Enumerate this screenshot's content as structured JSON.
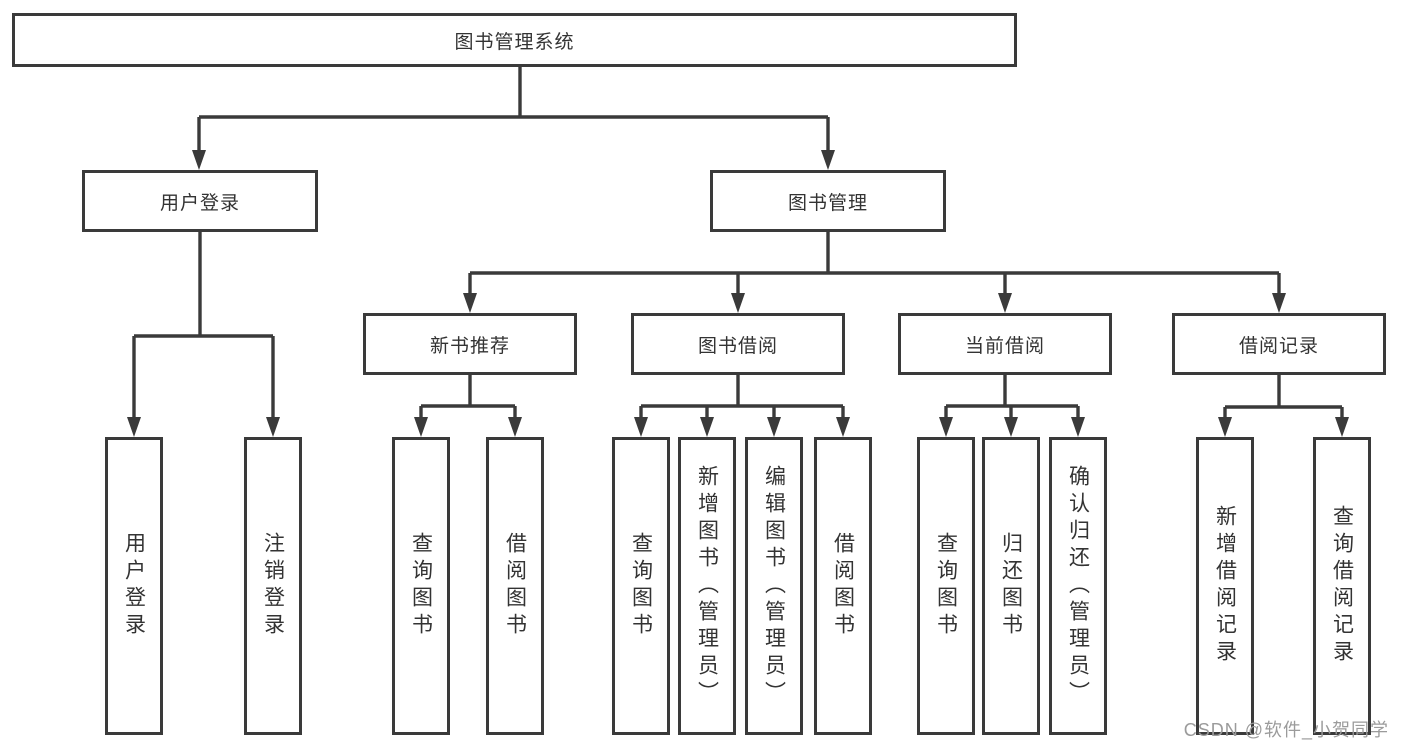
{
  "diagram": {
    "tree": {
      "label": "图书管理系统",
      "children": [
        {
          "label": "用户登录",
          "children": [
            {
              "label": "用户登录"
            },
            {
              "label": "注销登录"
            }
          ]
        },
        {
          "label": "图书管理",
          "children": [
            {
              "label": "新书推荐",
              "children": [
                {
                  "label": "查询图书"
                },
                {
                  "label": "借阅图书"
                }
              ]
            },
            {
              "label": "图书借阅",
              "children": [
                {
                  "label": "查询图书"
                },
                {
                  "label": "新增图书（管理员）"
                },
                {
                  "label": "编辑图书（管理员）"
                },
                {
                  "label": "借阅图书"
                }
              ]
            },
            {
              "label": "当前借阅",
              "children": [
                {
                  "label": "查询图书"
                },
                {
                  "label": "归还图书"
                },
                {
                  "label": "确认归还（管理员）"
                }
              ]
            },
            {
              "label": "借阅记录",
              "children": [
                {
                  "label": "新增借阅记录"
                },
                {
                  "label": "查询借阅记录"
                }
              ]
            }
          ]
        }
      ]
    },
    "watermark": "CSDN @软件_小贺同学",
    "colors": {
      "line": "#3a3a3a",
      "text": "#333333",
      "watermark": "#9b9b9b",
      "background": "#ffffff"
    }
  }
}
